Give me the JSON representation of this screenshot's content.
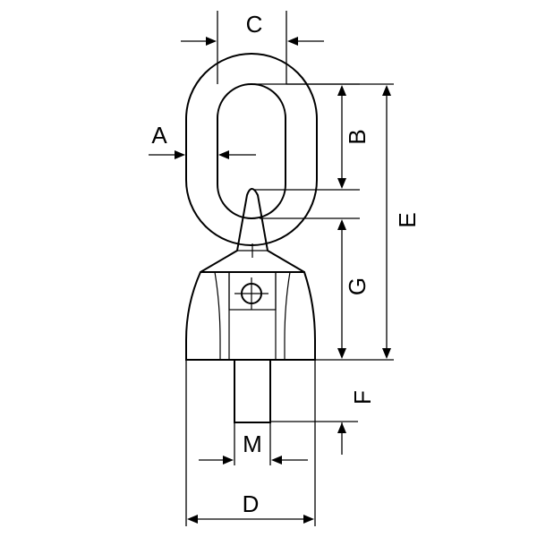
{
  "diagram": {
    "labels": {
      "a": "A",
      "b": "B",
      "c": "C",
      "d": "D",
      "e": "E",
      "f": "F",
      "g": "G",
      "m": "M"
    },
    "colors": {
      "line": "#000000",
      "background": "#ffffff"
    }
  }
}
